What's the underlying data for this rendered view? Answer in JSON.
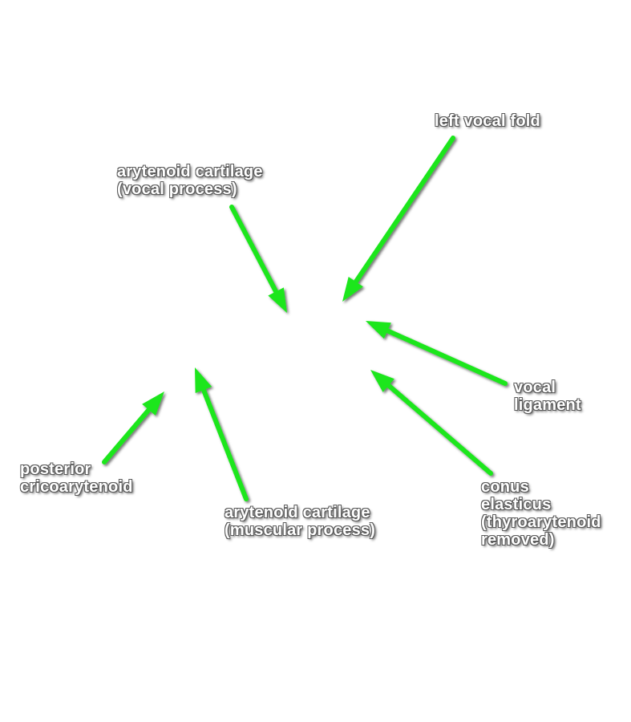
{
  "colors": {
    "arrow": "#1ee61e",
    "label_text": "#ffffff",
    "label_outline": "#5a5a5a",
    "background": "#ffffff"
  },
  "labels": [
    {
      "id": "left-vocal-fold",
      "lines": [
        "left vocal fold"
      ]
    },
    {
      "id": "arytenoid-vocal-process",
      "lines": [
        "arytenoid cartilage",
        "(vocal process)"
      ]
    },
    {
      "id": "vocal-ligament",
      "lines": [
        "vocal",
        "ligament"
      ]
    },
    {
      "id": "posterior-cricoarytenoid",
      "lines": [
        "posterior",
        "cricoarytenoid"
      ]
    },
    {
      "id": "arytenoid-muscular-process",
      "lines": [
        "arytenoid cartilage",
        "(muscular process)"
      ]
    },
    {
      "id": "conus-elasticus",
      "lines": [
        "conus",
        "elasticus",
        "(thyroarytenoid",
        "removed)"
      ]
    }
  ]
}
